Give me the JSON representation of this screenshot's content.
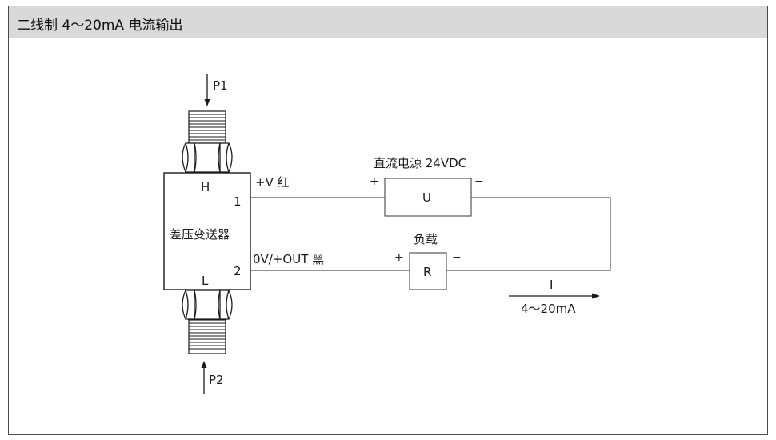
{
  "title": "二线制 4～20mA 电流输出",
  "transmitter": {
    "name": "差压变送器",
    "port_high": "H",
    "port_low": "L",
    "terminal_1": "1",
    "terminal_2": "2",
    "pressure_top": "P1",
    "pressure_bottom": "P2"
  },
  "wires": {
    "positive_label": "+V  红",
    "output_label": "0V/+OUT 黑"
  },
  "power_supply": {
    "label": "直流电源 24VDC",
    "symbol": "U",
    "plus": "+",
    "minus": "−"
  },
  "load": {
    "label": "负载",
    "symbol": "R",
    "plus": "+",
    "minus": "−"
  },
  "current": {
    "symbol": "I",
    "range": "4～20mA"
  }
}
